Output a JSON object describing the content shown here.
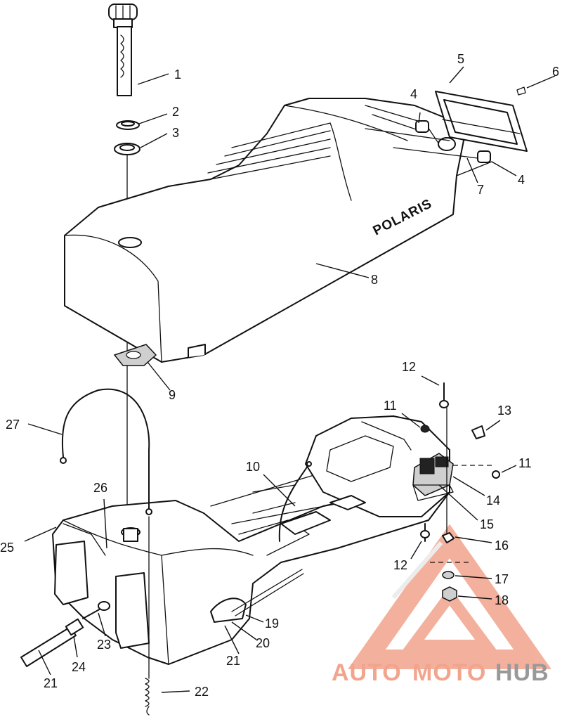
{
  "diagram": {
    "seat_brand": "POLARIS",
    "callouts": [
      {
        "id": "1",
        "label": "1"
      },
      {
        "id": "2",
        "label": "2"
      },
      {
        "id": "3",
        "label": "3"
      },
      {
        "id": "4a",
        "label": "4"
      },
      {
        "id": "4b",
        "label": "4"
      },
      {
        "id": "5",
        "label": "5"
      },
      {
        "id": "6",
        "label": "6"
      },
      {
        "id": "7",
        "label": "7"
      },
      {
        "id": "8",
        "label": "8"
      },
      {
        "id": "9",
        "label": "9"
      },
      {
        "id": "10",
        "label": "10"
      },
      {
        "id": "11a",
        "label": "11"
      },
      {
        "id": "11b",
        "label": "11"
      },
      {
        "id": "12a",
        "label": "12"
      },
      {
        "id": "12b",
        "label": "12"
      },
      {
        "id": "13",
        "label": "13"
      },
      {
        "id": "14",
        "label": "14"
      },
      {
        "id": "15",
        "label": "15"
      },
      {
        "id": "16",
        "label": "16"
      },
      {
        "id": "17",
        "label": "17"
      },
      {
        "id": "18",
        "label": "18"
      },
      {
        "id": "19",
        "label": "19"
      },
      {
        "id": "20",
        "label": "20"
      },
      {
        "id": "21a",
        "label": "21"
      },
      {
        "id": "21b",
        "label": "21"
      },
      {
        "id": "22",
        "label": "22"
      },
      {
        "id": "23",
        "label": "23"
      },
      {
        "id": "24",
        "label": "24"
      },
      {
        "id": "25",
        "label": "25"
      },
      {
        "id": "26",
        "label": "26"
      },
      {
        "id": "27",
        "label": "27"
      }
    ]
  },
  "watermark": {
    "part1": "AUTO",
    "part2": "MOTO",
    "part3": "HUB",
    "color_primary": "#f2a48d",
    "color_secondary": "#b9b9b9",
    "color_hub": "#999999"
  }
}
